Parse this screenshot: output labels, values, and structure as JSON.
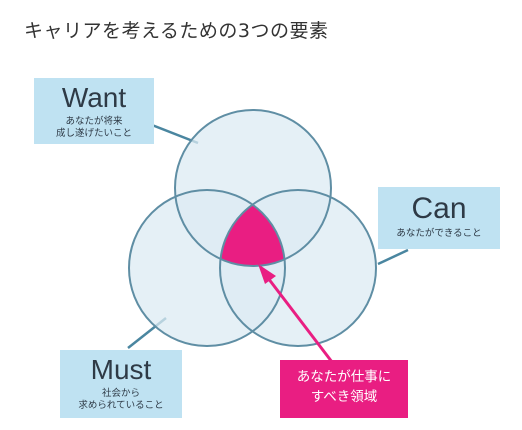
{
  "title": "キャリアを考えるための3つの要素",
  "colors": {
    "circle_fill": "#dcebf3",
    "circle_stroke": "#5f8ea4",
    "overlap_fill": "#e91e82",
    "label_bg": "#bfe2f2",
    "connector": "#4a86a0",
    "callout_bg": "#e91e82",
    "callout_text": "#ffffff"
  },
  "want": {
    "label": "Want",
    "sub_line1": "あなたが将来",
    "sub_line2": "成し遂げたいこと"
  },
  "can": {
    "label": "Can",
    "sub_line1": "あなたができること"
  },
  "must": {
    "label": "Must",
    "sub_line1": "社会から",
    "sub_line2": "求められていること"
  },
  "target": {
    "line1": "あなたが仕事に",
    "line2": "すべき領域"
  }
}
